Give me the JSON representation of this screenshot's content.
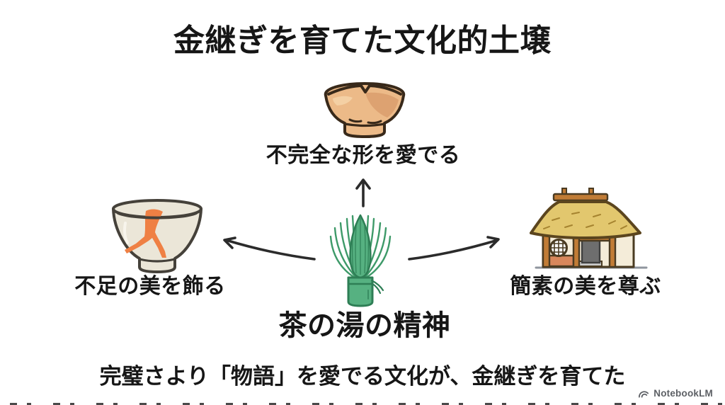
{
  "header": {
    "title": "金継ぎを育てた文化的土壌"
  },
  "diagram": {
    "top_node": {
      "label": "不完全な形を愛でる",
      "icon": "raku-tea-bowl-icon"
    },
    "left_node": {
      "label": "不足の美を飾る",
      "icon": "kintsugi-bowl-icon"
    },
    "right_node": {
      "label": "簡素の美を尊ぶ",
      "icon": "thatched-hut-icon"
    },
    "center_node": {
      "label": "茶の湯の精神",
      "icon": "tea-whisk-icon"
    },
    "arrows": [
      "up-arrow",
      "left-arrow",
      "right-arrow"
    ]
  },
  "footer": {
    "caption": "完璧さより「物語」を愛でる文化が、金継ぎを育てた"
  },
  "branding": {
    "logo_text": "NotebookLM",
    "logo_icon": "notebooklm-logo-icon"
  },
  "colors": {
    "text": "#161616",
    "arrow": "#2b2b2b",
    "crack_orange": "#ef8044",
    "whisk_green": "#56b181",
    "whisk_green_dark": "#2e7e55",
    "whisk_tine": "#3e9a69",
    "bowl_tan": "#ecba88",
    "bowl_tan_light": "#f4d0a4",
    "bowl_tan_dark": "#dba06f",
    "bowl_outline": "#38291a",
    "cream": "#ebe6d8",
    "cream_outline": "#45413a",
    "roof_straw": "#e2c76e",
    "roof_outline": "#5b451e",
    "wood_brown": "#c17c36",
    "terracotta": "#d8875c",
    "wall_cream": "#f4ecd9",
    "wall_outline": "#4a3b22",
    "door_gray": "#6e6e6e",
    "step_gray": "#c9c9c9",
    "ground_gray": "#8f959e",
    "logo_gray": "#5d6065"
  }
}
